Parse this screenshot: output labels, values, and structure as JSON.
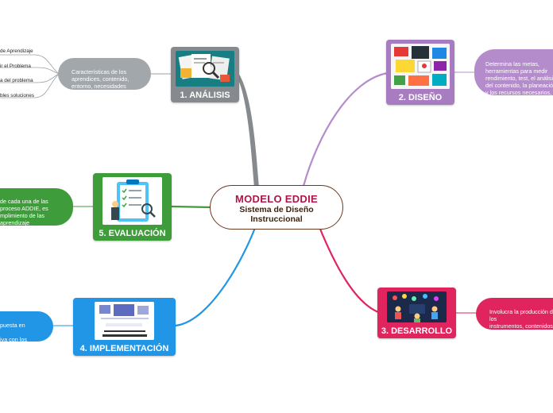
{
  "central": {
    "title": "MODELO EDDIE",
    "subtitle": "Sistema de Diseño\nInstruccional"
  },
  "branches": {
    "analisis": {
      "label": "1. ANÁLISIS",
      "color": "#868a8e",
      "note": "Características de los\naprendices, contenido,\nentorno, necesidades\nformativas.",
      "leaves": [
        "de Aprendizaje",
        "ir el Problema",
        "a del problema",
        "bles soluciones"
      ]
    },
    "diseno": {
      "label": "2. DISEÑO",
      "color": "#a77cc1",
      "note": "Determina las metas,\nherramientas para medir\nrendimiento, test, el análisis\ndel contenido, la planeación\ny los recursos necesarios,\ncon enfoque pedagógico."
    },
    "desarrollo": {
      "label": "3. DESARROLLO",
      "color": "#e0245e",
      "note": "Involucra la producción de los\ninstrumentos, contenidos y\nrecursos\ndefinidos en la fase de diseño."
    },
    "implementacion": {
      "label": "4. IMPLEMENTACIÓN",
      "color": "#2196e6",
      "note": "puesta en\n\niva con los"
    },
    "evaluacion": {
      "label": "5. EVALUACIÓN",
      "color": "#3e9c3a",
      "note": "de cada una de las\nproceso ADDIE, es\nmplimiento de las\naprendizaje\n."
    }
  },
  "icons": {
    "analisis": "magnifier-documents-illustration",
    "diseno": "design-tools-illustration",
    "desarrollo": "development-team-illustration",
    "implementacion": "implementation-plan-illustration",
    "evaluacion": "evaluation-checklist-illustration"
  }
}
